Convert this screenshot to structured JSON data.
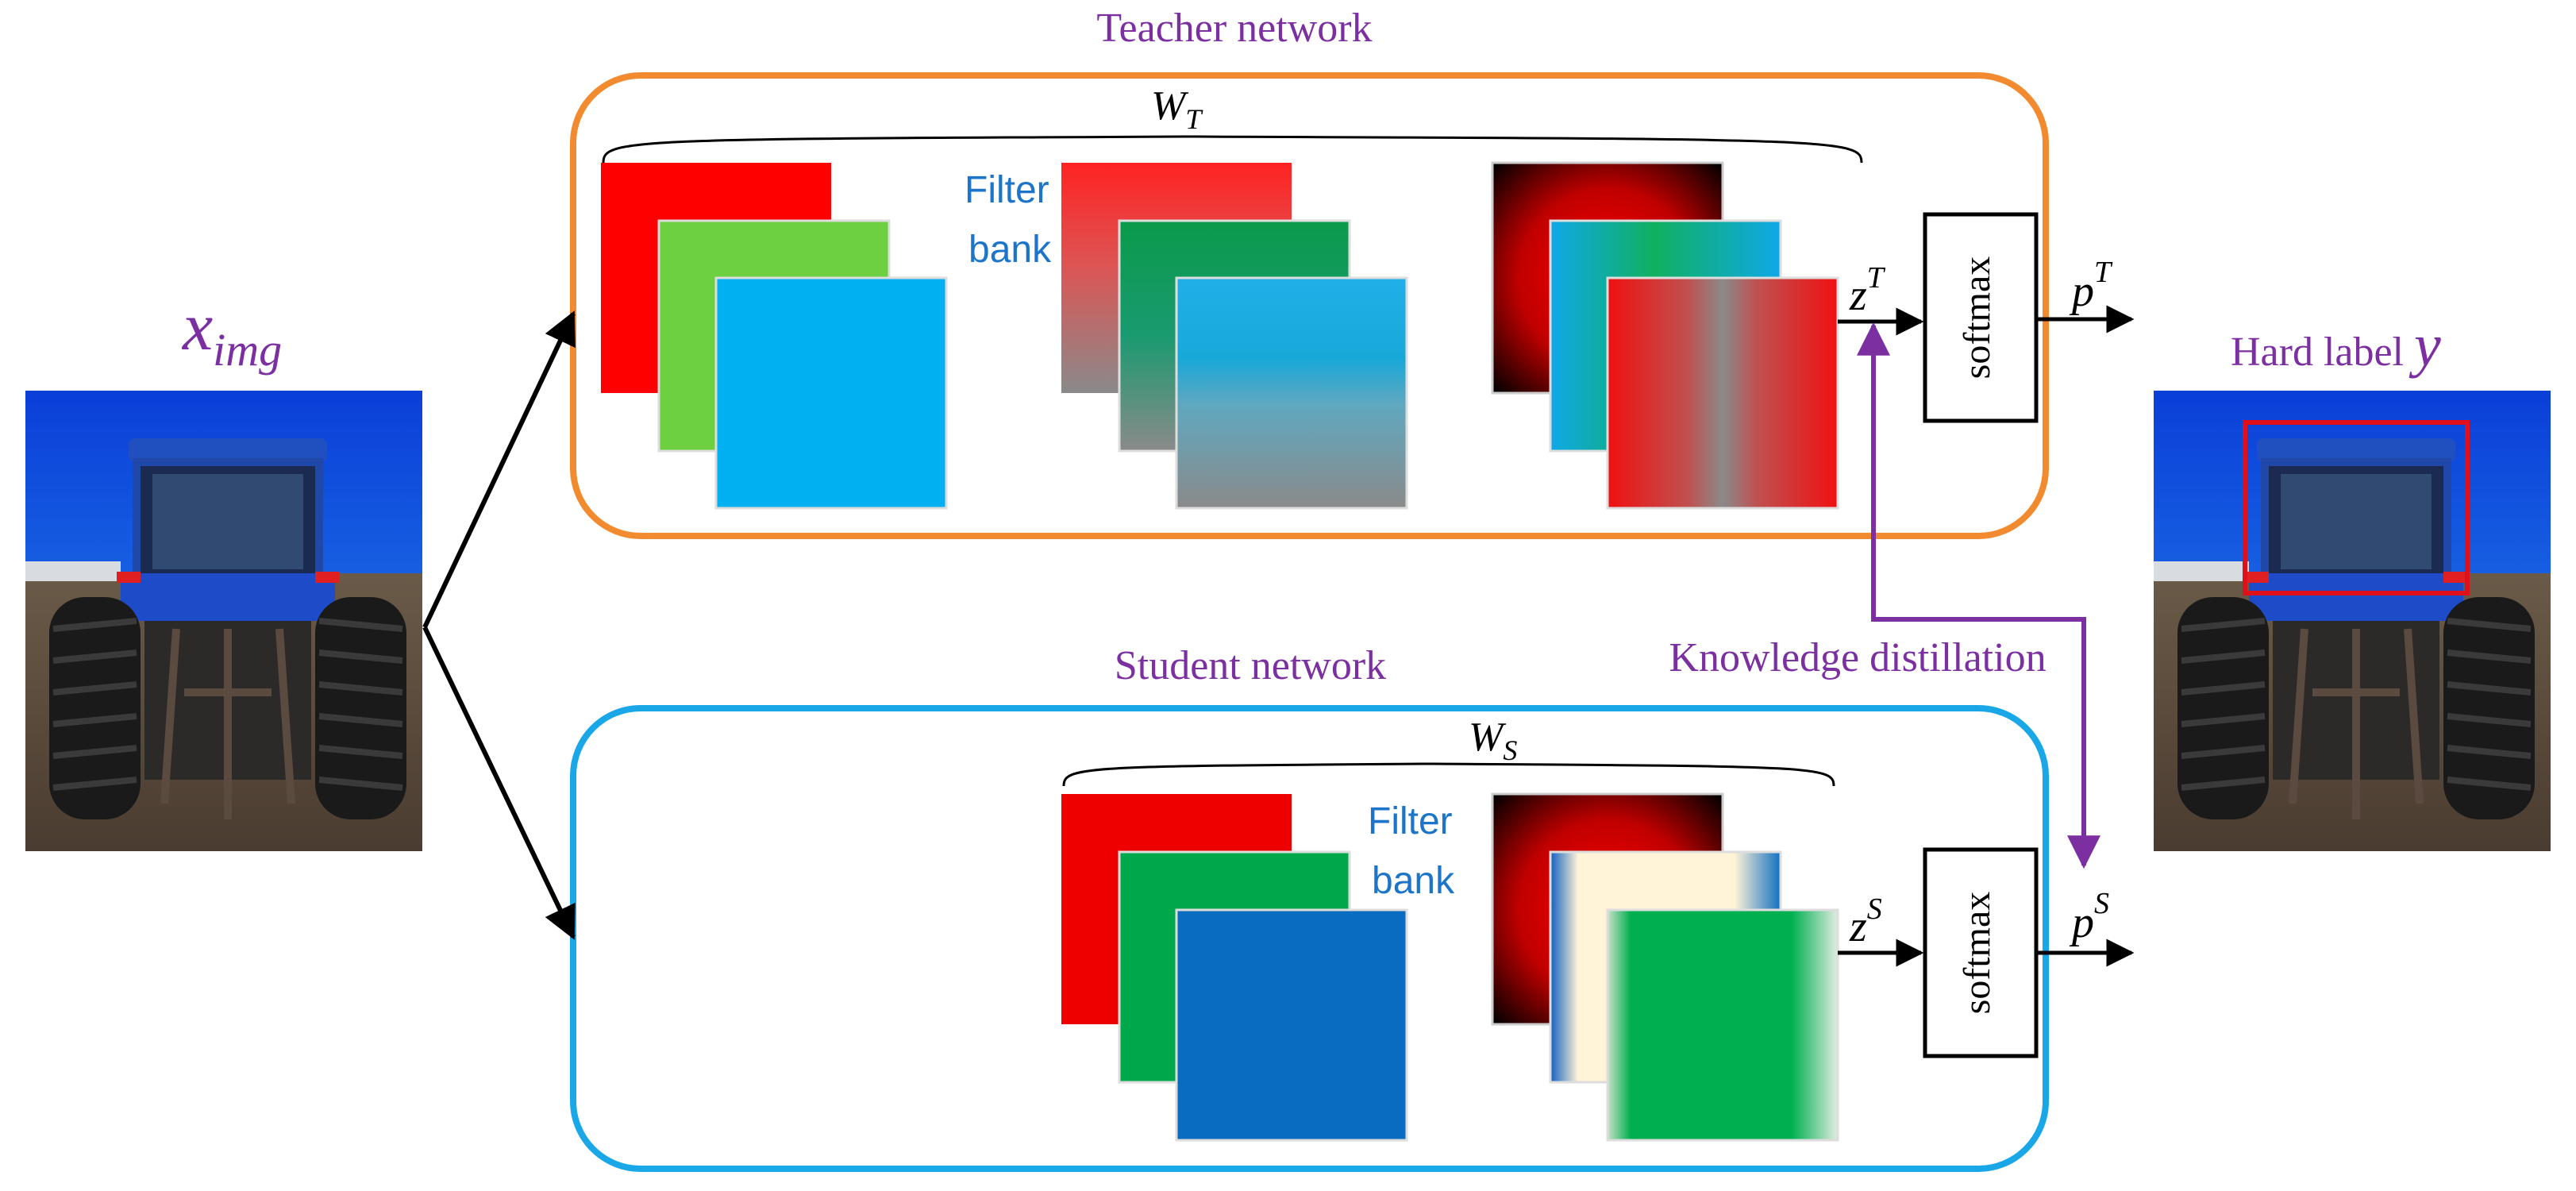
{
  "teacher": {
    "title": "Teacher network",
    "weights_base": "W",
    "weights_sub": "T",
    "filter_bank_line1": "Filter",
    "filter_bank_line2": "bank",
    "logits_base": "z",
    "logits_sup": "T",
    "softmax_label": "softmax",
    "prob_base": "p",
    "prob_sup": "T"
  },
  "student": {
    "title": "Student network",
    "weights_base": "W",
    "weights_sub": "S",
    "filter_bank_line1": "Filter",
    "filter_bank_line2": "bank",
    "logits_base": "z",
    "logits_sup": "S",
    "softmax_label": "softmax",
    "prob_base": "p",
    "prob_sup": "S"
  },
  "input": {
    "label_base": "x",
    "label_sub": "img",
    "image": "tractor-photo"
  },
  "output": {
    "label_text": "Hard label ",
    "label_var": "y",
    "image": "tractor-photo-with-bounding-box"
  },
  "distillation_label": "Knowledge distillation",
  "colors": {
    "teacher_border": "#f28a30",
    "student_border": "#1aa7e8",
    "purple": "#7b2fa0",
    "filter_blue_text": "#1c75c8",
    "bbox_red": "#e0101a"
  }
}
